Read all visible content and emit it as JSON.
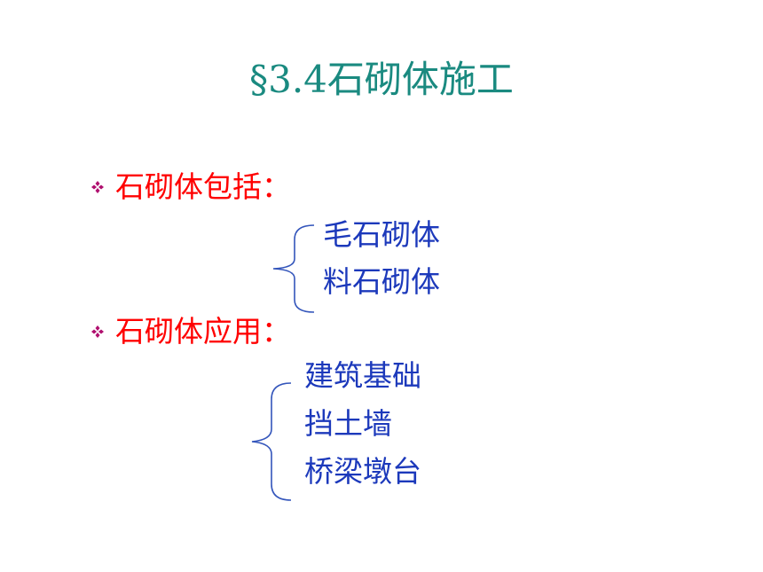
{
  "title": "§3.4石砌体施工",
  "bullets": [
    {
      "label": "石砌体包括：",
      "items": [
        "毛石砌体",
        "料石砌体"
      ]
    },
    {
      "label": "石砌体应用：",
      "items": [
        "建筑基础",
        "挡土墙",
        "桥梁墩台"
      ]
    }
  ],
  "colors": {
    "title": "#1a8a80",
    "bullet_text": "#ff0000",
    "sub_text": "#1c39bb",
    "bullet_icon": "#b0106f",
    "brace": "#3355bb"
  },
  "icons": {
    "bullet": "diamond-cluster-icon",
    "brace": "left-curly-brace-icon"
  }
}
